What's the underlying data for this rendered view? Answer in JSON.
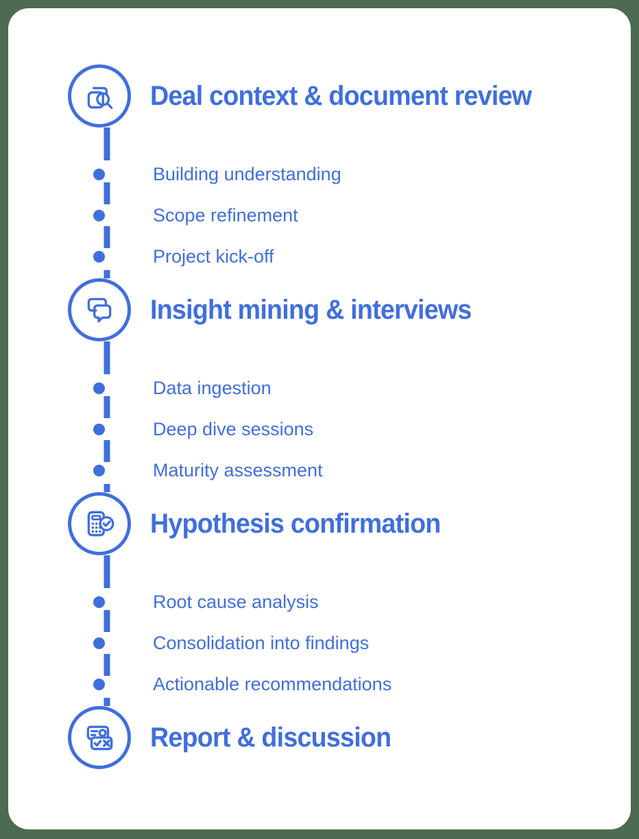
{
  "theme": {
    "accent": "#3f6fdf",
    "card_background": "#ffffff",
    "page_background": "#4c6b50"
  },
  "timeline": {
    "phases": [
      {
        "title": "Deal context & document review",
        "icon": "document-search-icon",
        "steps": [
          "Building understanding",
          "Scope refinement",
          "Project kick-off"
        ]
      },
      {
        "title": "Insight mining & interviews",
        "icon": "chat-bubbles-icon",
        "steps": [
          "Data ingestion",
          "Deep dive sessions",
          "Maturity assessment"
        ]
      },
      {
        "title": "Hypothesis confirmation",
        "icon": "calculator-check-icon",
        "steps": [
          "Root cause analysis",
          "Consolidation into findings",
          "Actionable recommendations"
        ]
      },
      {
        "title": "Report & discussion",
        "icon": "report-check-cross-icon",
        "steps": []
      }
    ]
  }
}
